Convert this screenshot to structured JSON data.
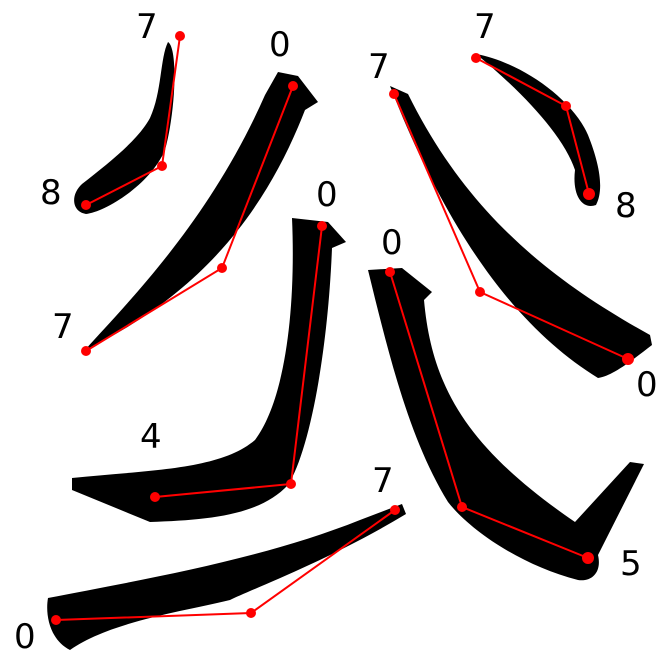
{
  "colors": {
    "background": "#ffffff",
    "stroke_fill": "#000000",
    "polyline": "#ff0000",
    "label": "#000000"
  },
  "labels": {
    "stroke1_start": "7",
    "stroke1_end": "8",
    "stroke2_start": "0",
    "stroke2_end": "7",
    "stroke3_start": "7",
    "stroke3_end": "8",
    "stroke4_start": "7",
    "stroke4_end": "0",
    "stroke5_start": "0",
    "stroke5_end": "4",
    "stroke6_start": "0",
    "stroke6_end": "5",
    "stroke7_start": "7",
    "stroke7_end": "0"
  }
}
